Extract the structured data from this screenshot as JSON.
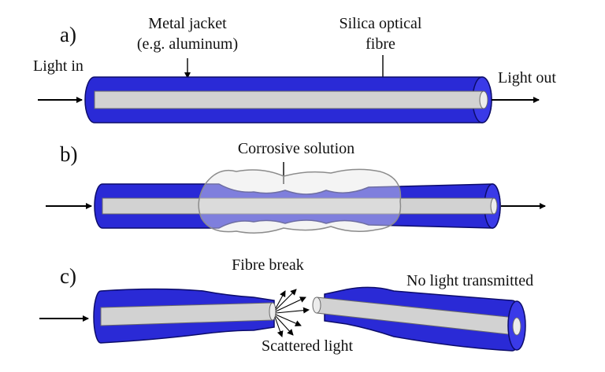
{
  "panels": {
    "a": {
      "label": "a)",
      "light_in": "Light in",
      "jacket_line1": "Metal jacket",
      "jacket_line2": "(e.g. aluminum)",
      "fibre_line1": "Silica optical",
      "fibre_line2": "fibre",
      "light_out": "Light out"
    },
    "b": {
      "label": "b)",
      "corrosive": "Corrosive solution"
    },
    "c": {
      "label": "c)",
      "fibre_break": "Fibre break",
      "no_light": "No light transmitted",
      "scattered": "Scattered light"
    }
  },
  "colors": {
    "jacket": "#2a2ad6",
    "jacket_edge": "#0c0c6a",
    "fibre_core": "#d2d2d2",
    "solution_outline": "#8c8c8c"
  }
}
